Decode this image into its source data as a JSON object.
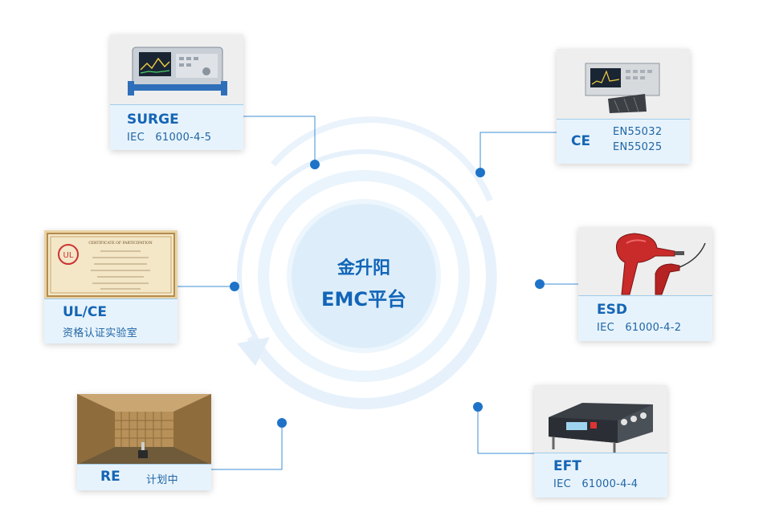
{
  "center": {
    "line1": "金升阳",
    "line2": "EMC平台"
  },
  "items": {
    "surge": {
      "title": "SURGE",
      "subtitle": "IEC   61000-4-5"
    },
    "ce": {
      "title": "CE",
      "subtitle1": "EN55032",
      "subtitle2": "EN55025"
    },
    "ulce": {
      "title": "UL/CE",
      "subtitle": "资格认证实验室",
      "certificate_heading": "CERTIFICATE OF PARTICIPATION"
    },
    "esd": {
      "title": "ESD",
      "subtitle": "IEC   61000-4-2"
    },
    "re": {
      "title": "RE",
      "subtitle": "计划中"
    },
    "eft": {
      "title": "EFT",
      "subtitle": "IEC   61000-4-4"
    }
  },
  "colors": {
    "accent": "#1e73c8",
    "title_text": "#1565b5",
    "caption_bg": "#e7f3fc",
    "ring": "#dcecf9",
    "center_fill": "#ddeefa"
  }
}
